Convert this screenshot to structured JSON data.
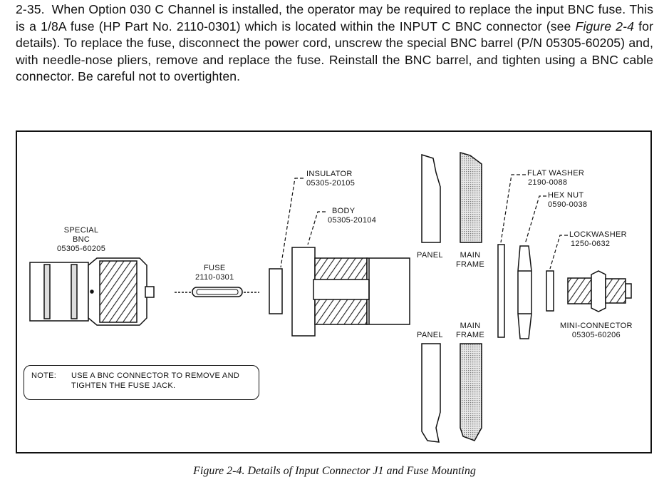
{
  "paragraph": {
    "number": "2-35.",
    "part1": "When Option 030 C Channel is installed, the operator may be required to replace the input BNC fuse. This is a 1/8A fuse (HP Part No. 2110-0301) which is located within the INPUT C BNC connector (see ",
    "fig_ref": "Figure 2-4",
    "part2": " for details). To replace the fuse, disconnect the power cord, unscrew the special BNC barrel (P/N 05305-60205) and, with needle-nose pliers, remove and replace the fuse. Reinstall the BNC barrel, and tighten using a BNC cable connector. Be careful not to overtighten."
  },
  "figure": {
    "labels": {
      "special_bnc": [
        "SPECIAL",
        "BNC",
        "05305-60205"
      ],
      "fuse": [
        "FUSE",
        "2110-0301"
      ],
      "insulator": [
        "INSULATOR",
        "05305-20105"
      ],
      "body": [
        "BODY",
        "05305-20104"
      ],
      "panel": "PANEL",
      "main_frame": [
        "MAIN",
        "FRAME"
      ],
      "flat_washer": [
        "FLAT WASHER",
        "2190-0088"
      ],
      "hex_nut": [
        "HEX NUT",
        "0590-0038"
      ],
      "lockwasher": [
        "LOCKWASHER",
        "1250-0632"
      ],
      "mini_connector": [
        "MINI-CONNECTOR",
        "05305-60206"
      ]
    },
    "note": {
      "label": "NOTE:",
      "line1": "USE A BNC CONNECTOR TO REMOVE AND",
      "line2": "TIGHTEN THE FUSE JACK."
    }
  },
  "caption": "Figure 2-4. Details of Input Connector J1 and Fuse Mounting"
}
